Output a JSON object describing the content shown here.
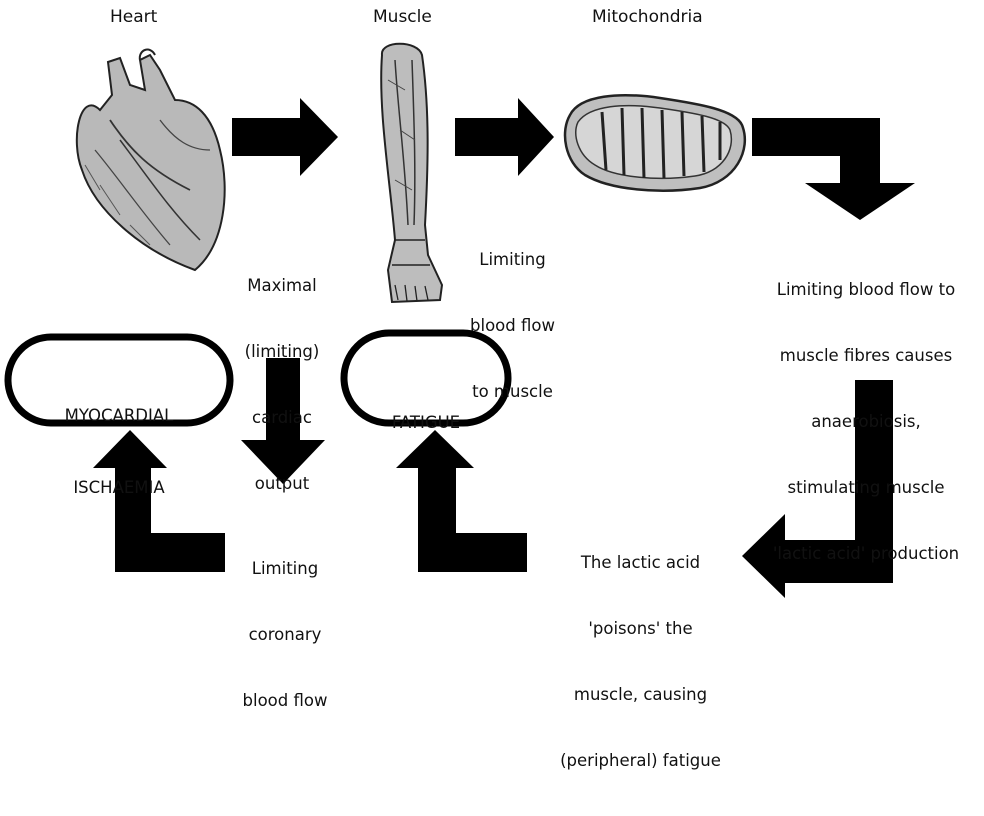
{
  "headings": {
    "heart": "Heart",
    "muscle": "Muscle",
    "mitochondria": "Mitochondria"
  },
  "labels": {
    "cardiac_output": [
      "Maximal",
      "(limiting)",
      "cardiac",
      "output"
    ],
    "blood_flow_muscle": [
      "Limiting",
      "blood flow",
      "to muscle"
    ],
    "anaerobiosis": [
      "Limiting blood flow to",
      "muscle fibres causes",
      "anaerobiosis,",
      "stimulating muscle",
      "'lactic acid' production"
    ],
    "coronary": [
      "Limiting",
      "coronary",
      "blood flow"
    ],
    "lactic_poison": [
      "The lactic acid",
      "'poisons' the",
      "muscle, causing",
      "(peripheral) fatigue"
    ]
  },
  "pills": {
    "ischaemia": [
      "MYOCARDIAL",
      "ISCHAEMIA"
    ],
    "fatigue": [
      "FATIGUE"
    ]
  },
  "icons": [
    "heart-illustration",
    "leg-muscle-illustration",
    "mitochondrion-illustration"
  ]
}
